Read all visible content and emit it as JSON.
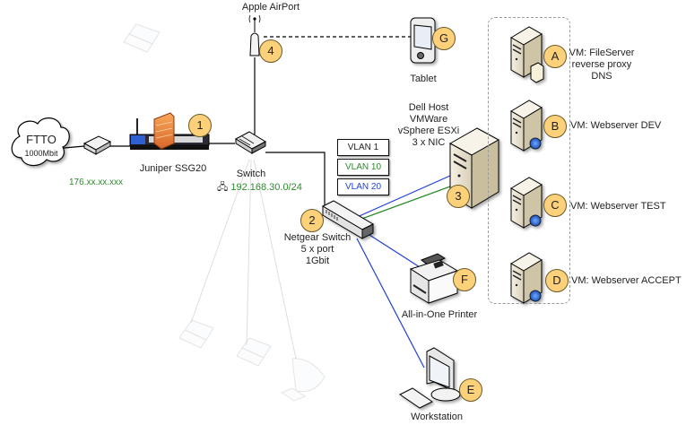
{
  "diagram": {
    "type": "network-topology",
    "colors": {
      "badge_fill": "#fdd07a",
      "ip_text": "#2e8b2e",
      "vlan_10": "#2e8b2e",
      "vlan_20": "#1f3fd8",
      "link_default": "#000000",
      "link_faded": "#d8d8d8",
      "vm_group_border": "#9a9a9a"
    },
    "internet": {
      "label": "FTTO",
      "speed": "1000Mbit",
      "wan_ip": "176.xx.xx.xxx"
    },
    "firewall": {
      "label": "Juniper SSG20",
      "badge": "1"
    },
    "core_switch": {
      "label": "Switch",
      "subnet": "192.168.30.0/24",
      "subnet_icon": "network-icon"
    },
    "airport": {
      "label": "Apple AirPort",
      "badge": "4"
    },
    "tablet": {
      "label": "Tablet",
      "badge": "G"
    },
    "netgear": {
      "line1": "Netgear Switch",
      "line2": "5 x port",
      "line3": "1Gbit",
      "badge": "2"
    },
    "vlans": [
      {
        "label": "VLAN 1",
        "color": "#000000"
      },
      {
        "label": "VLAN 10",
        "color": "#2e8b2e"
      },
      {
        "label": "VLAN 20",
        "color": "#1f3fd8"
      }
    ],
    "host": {
      "line1": "Dell Host",
      "line2": "VMWare",
      "line3": "vSphere ESXi",
      "line4": "3 x NIC",
      "badge": "3"
    },
    "vms": [
      {
        "badge": "A",
        "line1": "VM: FileServer",
        "line2": "reverse proxy",
        "line3": "DNS",
        "icon": "file-server-icon"
      },
      {
        "badge": "B",
        "line1": "VM: Webserver DEV",
        "icon": "web-server-icon"
      },
      {
        "badge": "C",
        "line1": "VM: Webserver TEST",
        "icon": "web-server-icon"
      },
      {
        "badge": "D",
        "line1": "VM: Webserver ACCEPT",
        "icon": "web-server-icon"
      }
    ],
    "printer": {
      "label": "All-in-One Printer",
      "badge": "F"
    },
    "workstation": {
      "label": "Workstation",
      "badge": "E"
    },
    "faded_clients": [
      "laptop",
      "laptop",
      "laptop",
      "imac"
    ]
  }
}
